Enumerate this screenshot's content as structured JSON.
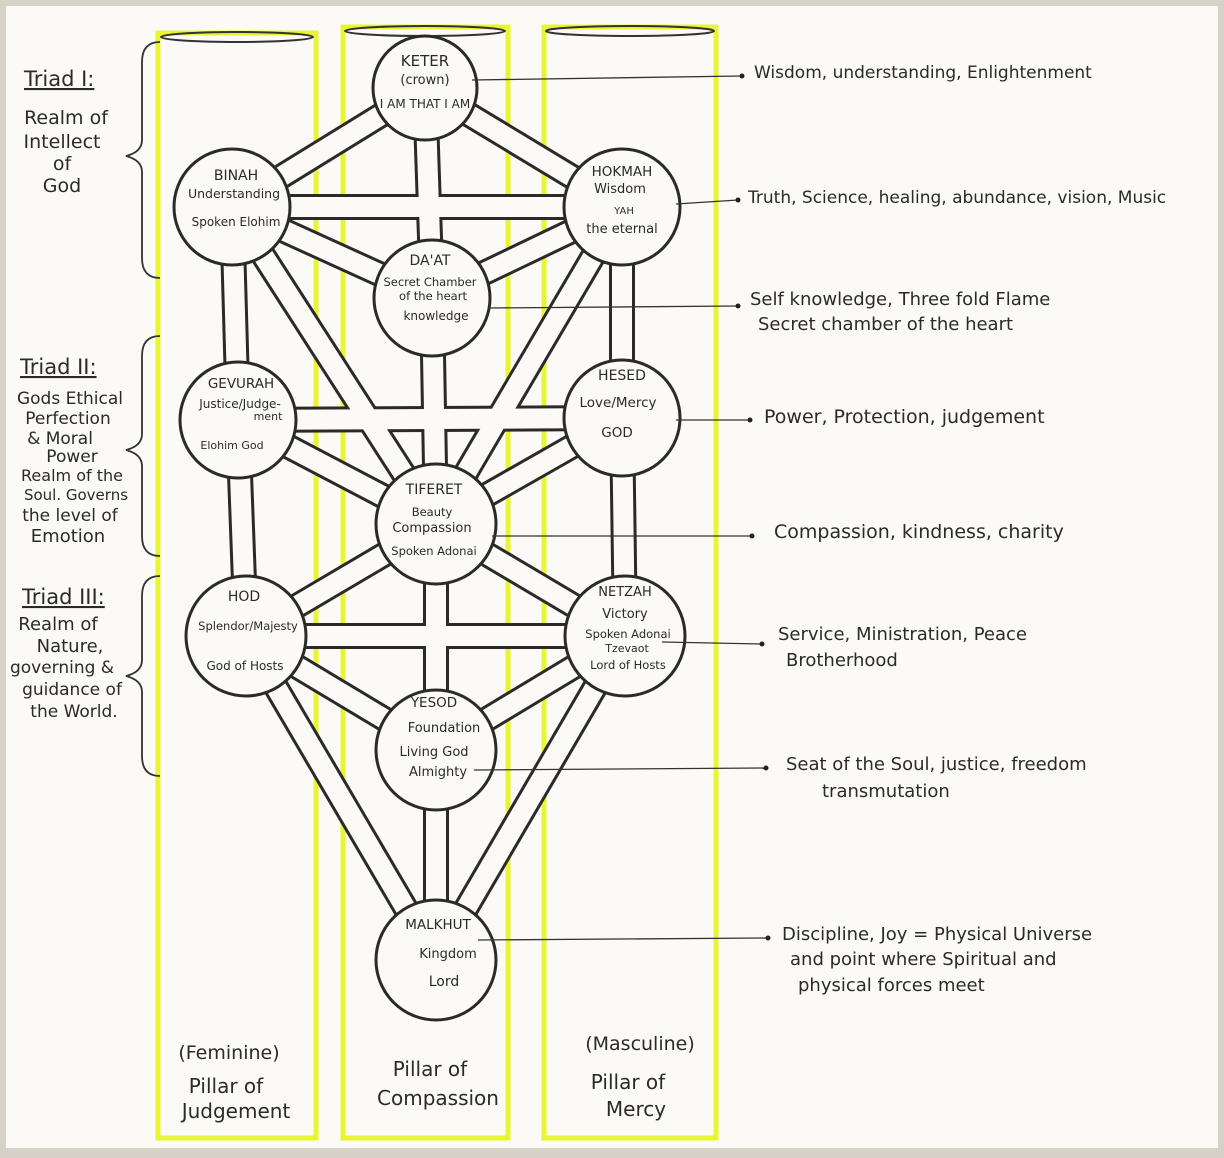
{
  "triads": [
    {
      "id": "triad-1",
      "heading": "Triad I:",
      "lines": [
        "Realm of",
        "Intellect",
        "of",
        "God"
      ]
    },
    {
      "id": "triad-2",
      "heading": "Triad II:",
      "lines": [
        "Gods Ethical",
        "Perfection",
        "& Moral",
        "Power",
        "Realm of the",
        "Soul. Governs",
        "the level of",
        "Emotion"
      ]
    },
    {
      "id": "triad-3",
      "heading": "Triad III:",
      "lines": [
        "Realm of",
        "Nature,",
        "governing &",
        "guidance of",
        "the World."
      ]
    }
  ],
  "sefirot": [
    {
      "id": "keter",
      "lines": [
        "KETER",
        "(crown)",
        "I AM THAT I AM"
      ]
    },
    {
      "id": "binah",
      "lines": [
        "BINAH",
        "Understanding",
        "Spoken Elohim"
      ]
    },
    {
      "id": "hokmah",
      "lines": [
        "HOKMAH",
        "Wisdom",
        "YAH",
        "the eternal"
      ]
    },
    {
      "id": "daat",
      "lines": [
        "DA'AT",
        "Secret Chamber",
        "of the heart",
        "knowledge"
      ]
    },
    {
      "id": "gevurah",
      "lines": [
        "GEVURAH",
        "Justice/Judge-",
        "ment",
        "Elohim God"
      ]
    },
    {
      "id": "hesed",
      "lines": [
        "HESED",
        "Love/Mercy",
        "GOD"
      ]
    },
    {
      "id": "tiferet",
      "lines": [
        "TIFERET",
        "Beauty",
        "Compassion",
        "Spoken Adonai"
      ]
    },
    {
      "id": "hod",
      "lines": [
        "HOD",
        "Splendor/Majesty",
        "God of Hosts"
      ]
    },
    {
      "id": "netzah",
      "lines": [
        "NETZAH",
        "Victory",
        "Spoken Adonai",
        "Tzevaot",
        "Lord of Hosts"
      ]
    },
    {
      "id": "yesod",
      "lines": [
        "YESOD",
        "Foundation",
        "Living God",
        "Almighty"
      ]
    },
    {
      "id": "malkhut",
      "lines": [
        "MALKHUT",
        "Kingdom",
        "Lord"
      ]
    }
  ],
  "annotations": [
    {
      "id": "keter",
      "lines": [
        "Wisdom, understanding, Enlightenment"
      ]
    },
    {
      "id": "hokmah",
      "lines": [
        "Truth, Science, healing, abundance, vision, Music"
      ]
    },
    {
      "id": "daat",
      "lines": [
        "Self knowledge, Three fold Flame",
        "Secret chamber of the heart"
      ]
    },
    {
      "id": "hesed",
      "lines": [
        "Power, Protection, judgement"
      ]
    },
    {
      "id": "tiferet",
      "lines": [
        "Compassion, kindness, charity"
      ]
    },
    {
      "id": "netzah",
      "lines": [
        "Service, Ministration, Peace",
        "Brotherhood"
      ]
    },
    {
      "id": "yesod",
      "lines": [
        "Seat of the Soul, justice, freedom",
        "transmutation"
      ]
    },
    {
      "id": "malkhut",
      "lines": [
        "Discipline, Joy = Physical Universe",
        "and point where Spiritual and",
        "physical forces meet"
      ]
    }
  ],
  "pillars": [
    {
      "id": "judgement",
      "lines": [
        "(Feminine)",
        "Pillar of",
        "Judgement"
      ]
    },
    {
      "id": "compassion",
      "lines": [
        "Pillar of",
        "Compassion"
      ]
    },
    {
      "id": "mercy",
      "lines": [
        "(Masculine)",
        "Pillar of",
        "Mercy"
      ]
    }
  ],
  "colors": {
    "paper": "#fbfaf6",
    "highlight": "#e8f530",
    "ink": "#2a2a2a"
  }
}
